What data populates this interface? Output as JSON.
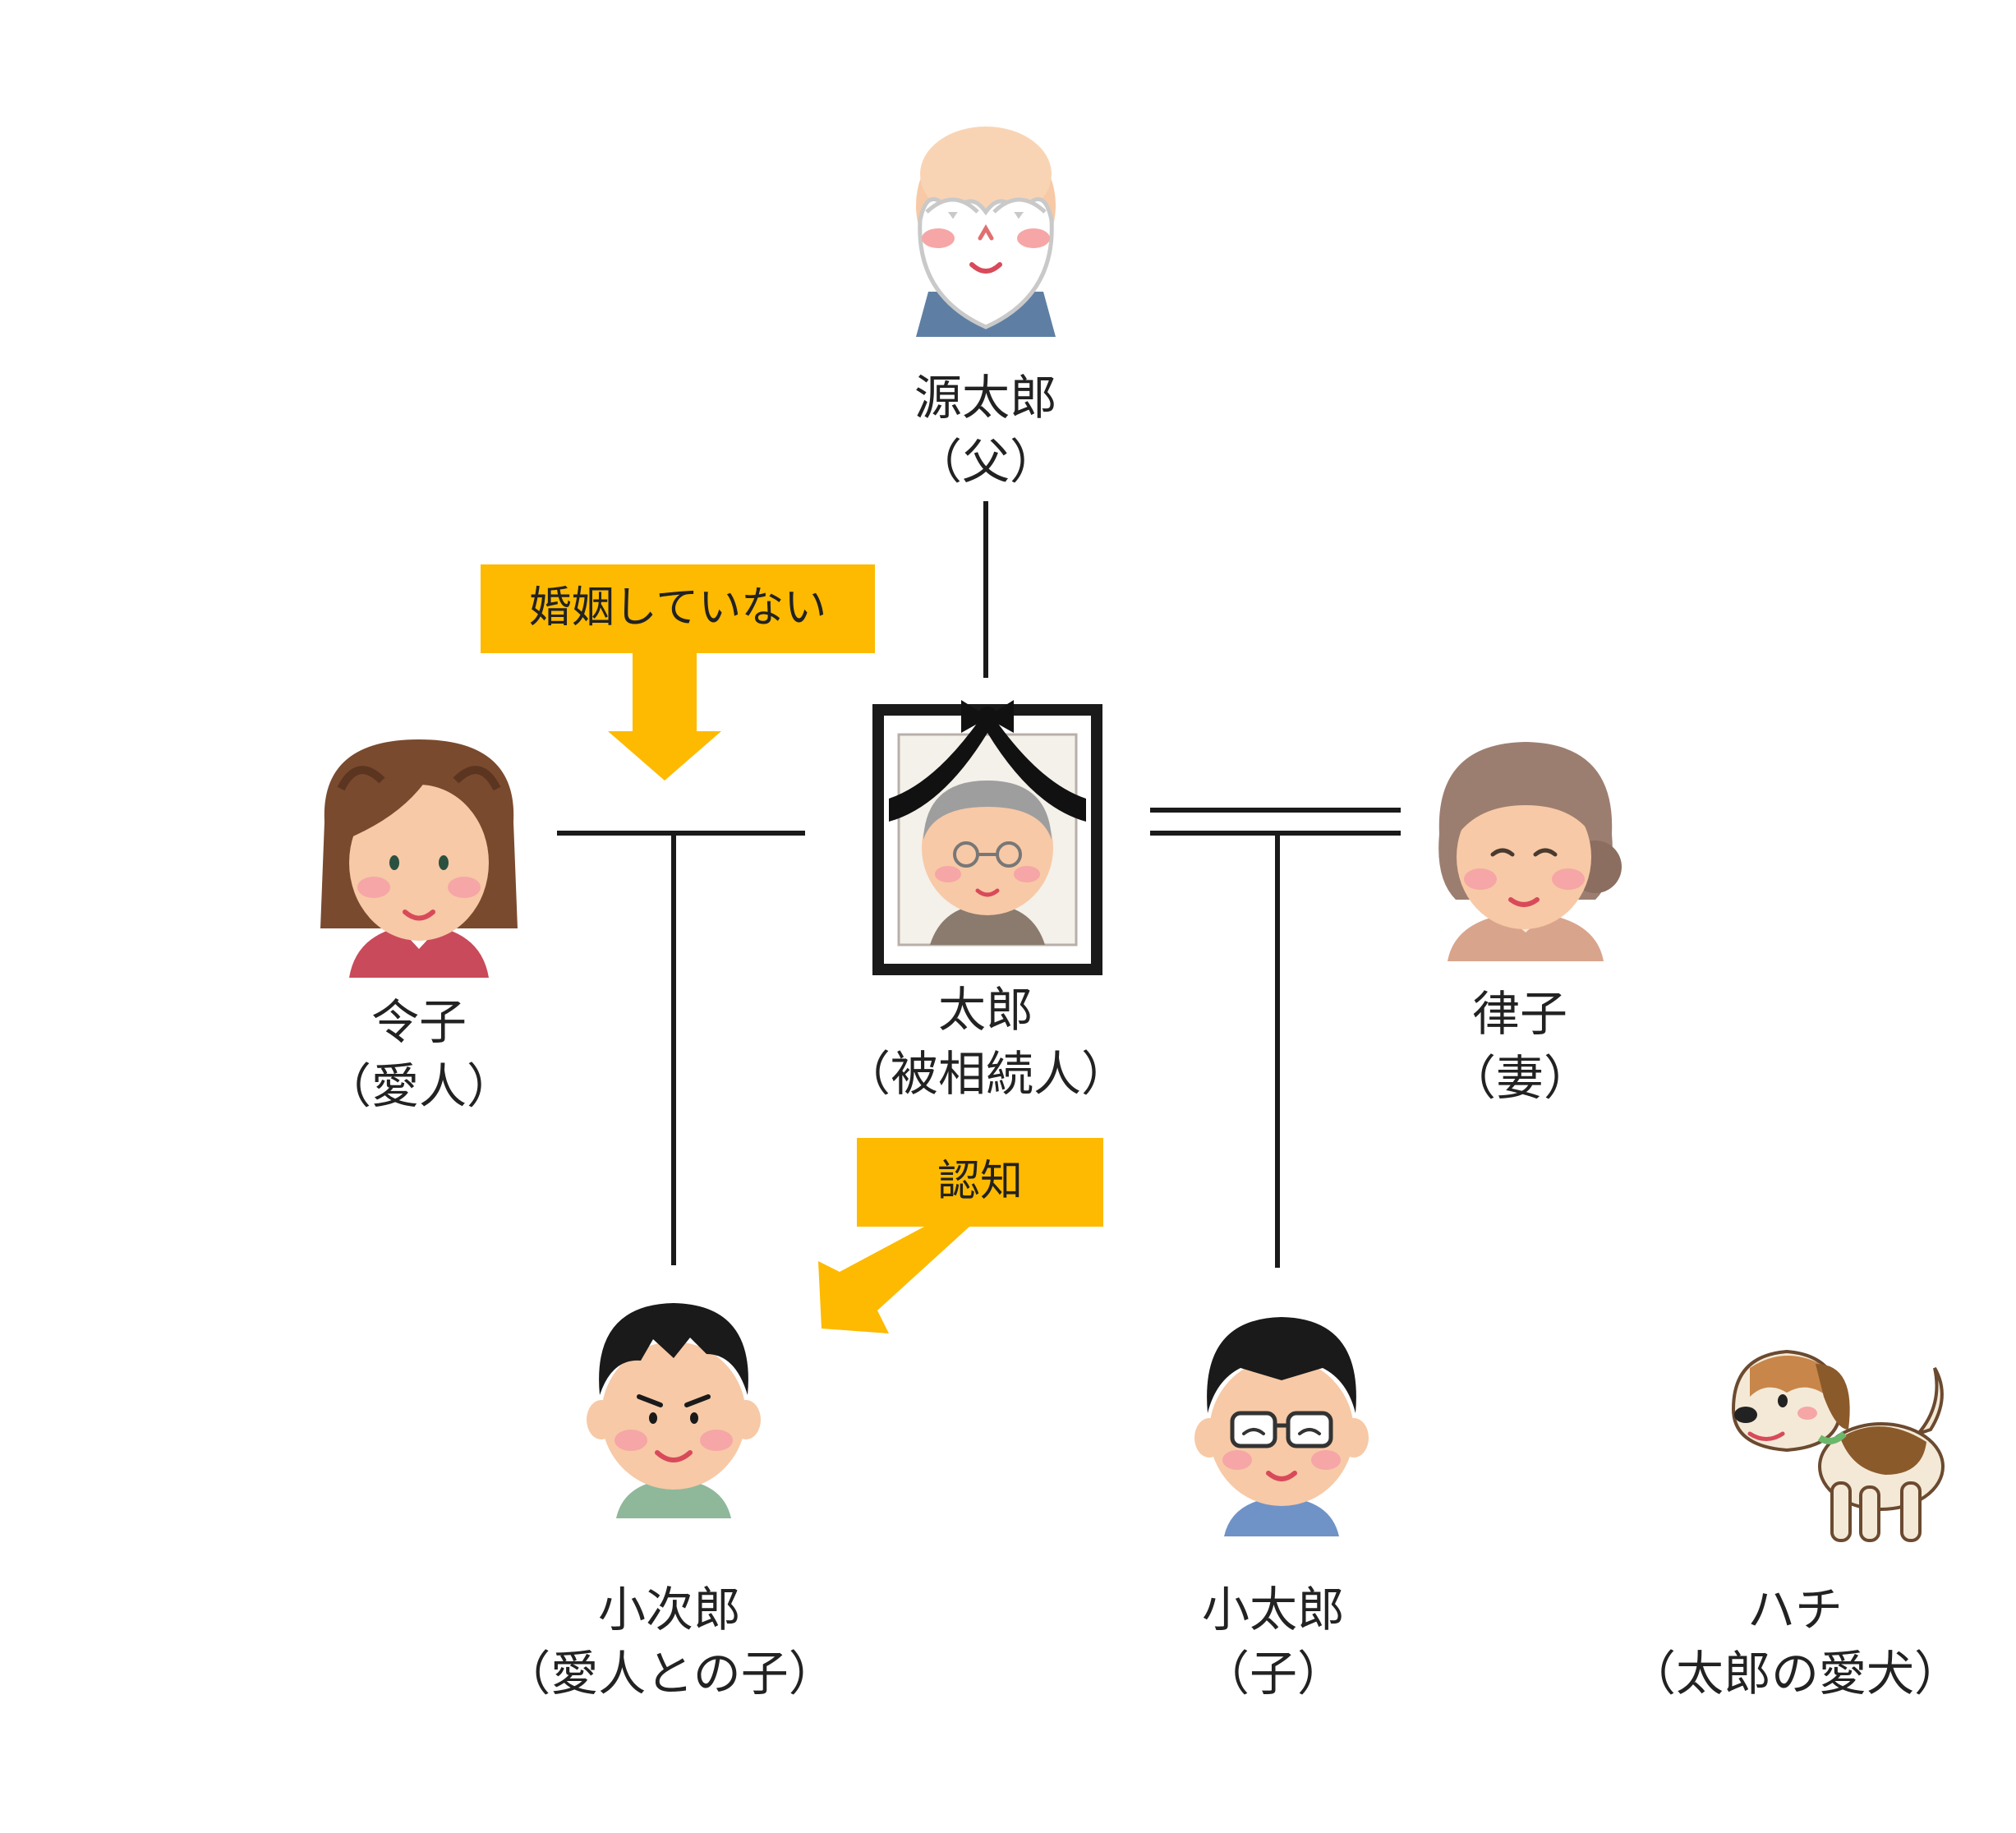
{
  "colors": {
    "callout": "#FDBA00",
    "line": "#1a1a1a",
    "skin": "#FCE3C8",
    "cheek": "#F6A6A6"
  },
  "people": {
    "father": {
      "name": "源太郎",
      "role": "（父）",
      "icon": "elderly-man-icon"
    },
    "deceased": {
      "name": "太郎",
      "role": "（被相続人）",
      "icon": "memorial-portrait-icon"
    },
    "mistress": {
      "name": "令子",
      "role": "（愛人）",
      "icon": "woman-icon"
    },
    "wife": {
      "name": "律子",
      "role": "（妻）",
      "icon": "elderly-woman-icon"
    },
    "illegitimate_child": {
      "name": "小次郎",
      "role": "（愛人との子）",
      "icon": "young-man-icon"
    },
    "child": {
      "name": "小太郎",
      "role": "（子）",
      "icon": "young-man-glasses-icon"
    },
    "dog": {
      "name": "ハチ",
      "role": "（太郎の愛犬）",
      "icon": "beagle-dog-icon"
    }
  },
  "callouts": {
    "not_married": "婚姻していない",
    "acknowledged": "認知"
  }
}
